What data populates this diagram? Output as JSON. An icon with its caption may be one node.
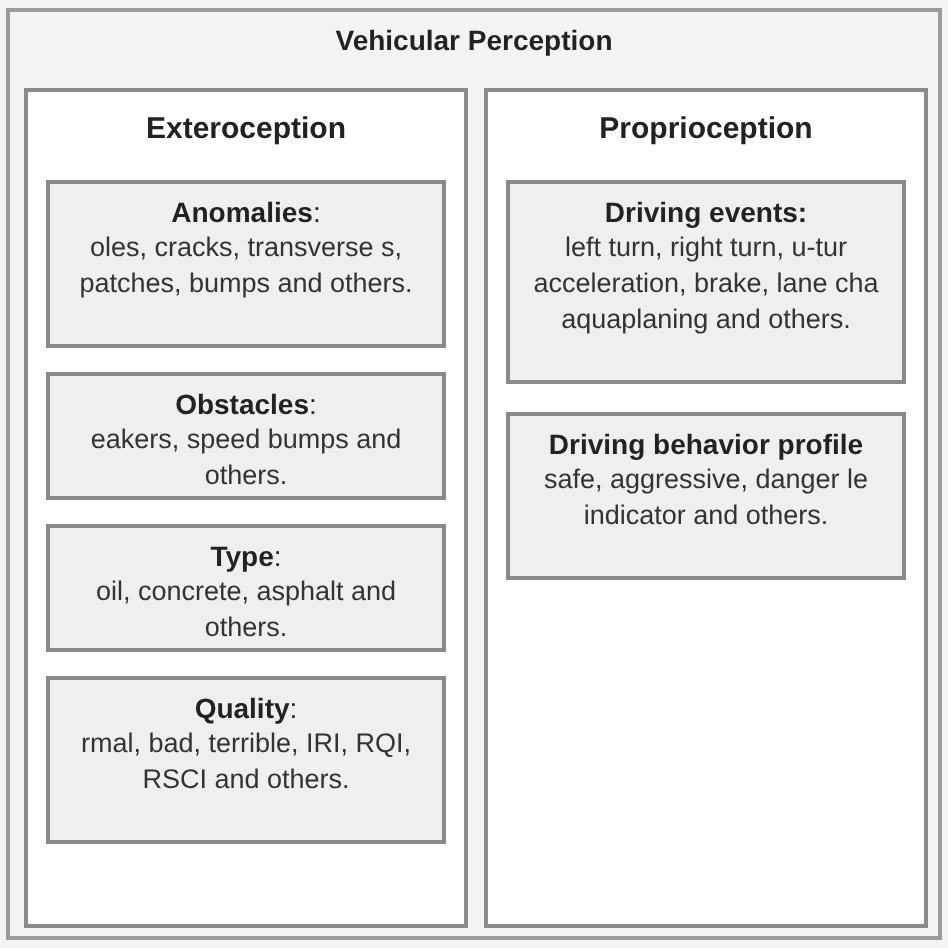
{
  "diagram": {
    "nodes": [
      {
        "text": [
          "Vehicular Perception"
        ]
      },
      {
        "text": [
          "Exteroception"
        ],
        "in": 0
      },
      {
        "text": [
          "**Anomalies**:",
          "oles, cracks, transverse s, patches, bumps and others."
        ],
        "in": 1
      },
      {
        "text": [
          "**Obstacles**:",
          "eakers, speed bumps and others."
        ],
        "in": 1
      },
      {
        "text": [
          "**Type**:",
          "oil, concrete, asphalt and others."
        ],
        "in": 1
      },
      {
        "text": [
          "**Quality**:",
          "rmal, bad, terrible, IRI, RQI, RSCI and others."
        ],
        "in": 1
      },
      {
        "text": [
          "Proprioception"
        ],
        "in": 0
      },
      {
        "text": [
          "Driving events:",
          "left turn, right turn, u-tur acceleration, brake, lane cha aquaplaning and others."
        ],
        "in": 6
      },
      {
        "text": [
          "Driving behavior profile",
          "safe, aggressive, danger le indicator and others."
        ],
        "in": 6
      }
    ]
  }
}
